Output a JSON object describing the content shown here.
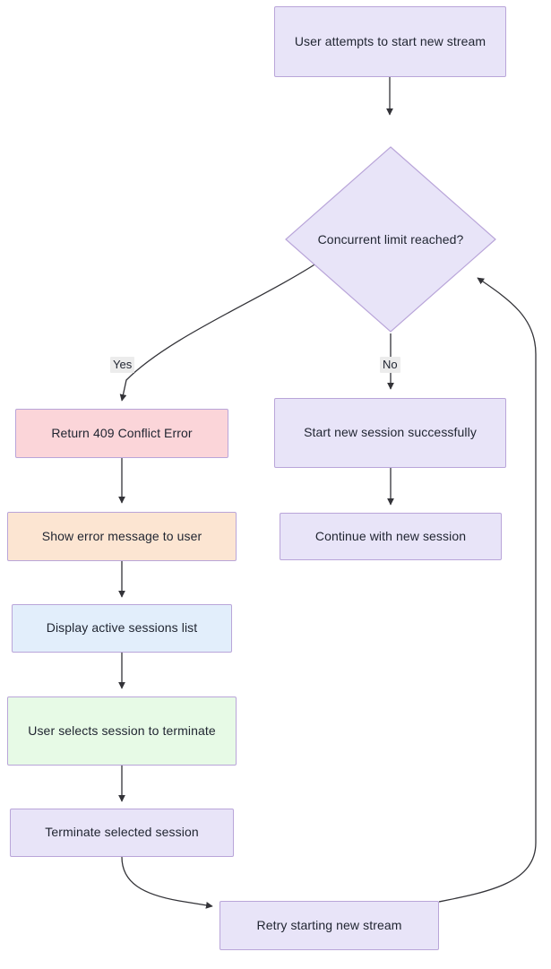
{
  "diagram": {
    "type": "flowchart",
    "title": "",
    "direction": "top-down",
    "background": "#ffffff",
    "colors": {
      "lavender_fill": "#e8e4f8",
      "pink_fill": "#fbd5d9",
      "orange_fill": "#fce5d2",
      "blue_fill": "#e2eefb",
      "green_fill": "#e7fae6",
      "node_border": "#b9a5d9",
      "edge_stroke": "#333338",
      "text": "#1f2430",
      "edge_label_bg": "#ececec"
    },
    "nodes": [
      {
        "id": "start",
        "shape": "rect",
        "label": "User attempts to start new stream",
        "fill": "lavender"
      },
      {
        "id": "decision",
        "shape": "diamond",
        "label": "Concurrent limit reached?",
        "fill": "lavender"
      },
      {
        "id": "conflict",
        "shape": "rect",
        "label": "Return 409 Conflict Error",
        "fill": "pink"
      },
      {
        "id": "showerror",
        "shape": "rect",
        "label": "Show error message to user",
        "fill": "orange"
      },
      {
        "id": "display",
        "shape": "rect",
        "label": "Display active sessions list",
        "fill": "blue"
      },
      {
        "id": "select",
        "shape": "rect",
        "label": "User selects session to terminate",
        "fill": "green"
      },
      {
        "id": "terminate",
        "shape": "rect",
        "label": "Terminate selected session",
        "fill": "lavender"
      },
      {
        "id": "retry",
        "shape": "rect",
        "label": "Retry starting new stream",
        "fill": "lavender"
      },
      {
        "id": "startnew",
        "shape": "rect",
        "label": "Start new session successfully",
        "fill": "lavender"
      },
      {
        "id": "continue",
        "shape": "rect",
        "label": "Continue with new session",
        "fill": "lavender"
      }
    ],
    "edges": [
      {
        "from": "start",
        "to": "decision",
        "label": ""
      },
      {
        "from": "decision",
        "to": "conflict",
        "label": "Yes"
      },
      {
        "from": "decision",
        "to": "startnew",
        "label": "No"
      },
      {
        "from": "conflict",
        "to": "showerror",
        "label": ""
      },
      {
        "from": "showerror",
        "to": "display",
        "label": ""
      },
      {
        "from": "display",
        "to": "select",
        "label": ""
      },
      {
        "from": "select",
        "to": "terminate",
        "label": ""
      },
      {
        "from": "terminate",
        "to": "retry",
        "label": ""
      },
      {
        "from": "retry",
        "to": "decision",
        "label": ""
      },
      {
        "from": "startnew",
        "to": "continue",
        "label": ""
      }
    ],
    "edge_labels": {
      "yes": "Yes",
      "no": "No"
    }
  }
}
